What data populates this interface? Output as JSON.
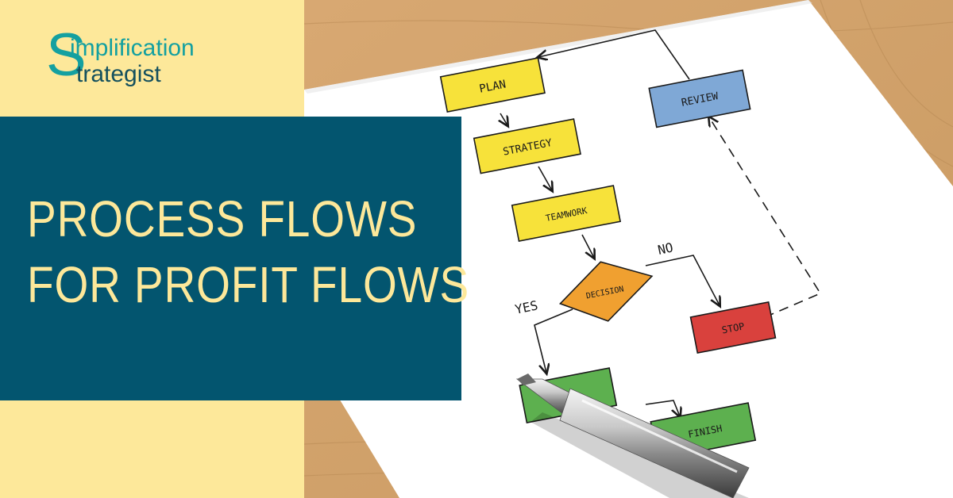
{
  "brand": {
    "logo_initial": "S",
    "logo_word1": "implification",
    "logo_word2": "trategist"
  },
  "headline": {
    "line1": "PROCESS FLOWS",
    "line2": "FOR PROFIT FLOWS"
  },
  "flowchart": {
    "nodes": {
      "plan": "PLAN",
      "strategy": "STRATEGY",
      "teamwork": "TEAMWORK",
      "decision": "DECISION",
      "stop": "STOP",
      "review": "REVIEW",
      "finish": "FINISH"
    },
    "branch_labels": {
      "yes": "YES",
      "no": "NO"
    }
  },
  "colors": {
    "panel_yellow": "#fde89a",
    "panel_teal": "#03556f",
    "headline_text": "#fde89a",
    "logo_teal": "#14a0a0",
    "logo_dark": "#14505e",
    "node_yellow": "#f7e23a",
    "node_orange": "#f0a030",
    "node_red": "#d9413d",
    "node_blue": "#7fa8d6",
    "node_green": "#5db04f"
  }
}
